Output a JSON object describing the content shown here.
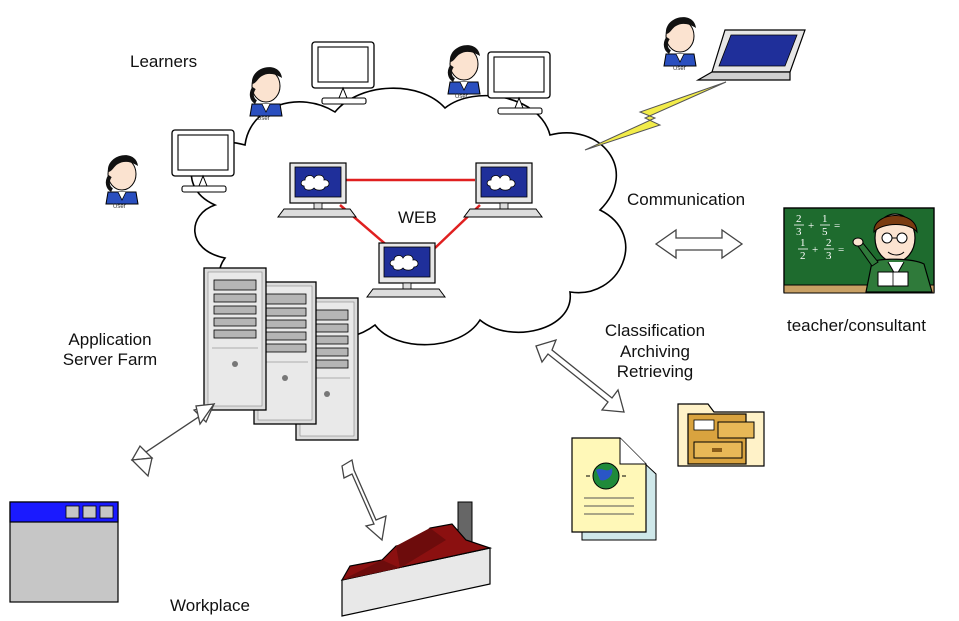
{
  "labels": {
    "learners": "Learners",
    "web": "WEB",
    "communication": "Communication",
    "teacher": "teacher/consultant",
    "app_server_line1": "Application",
    "app_server_line2": "Server Farm",
    "classification": "Classification",
    "archiving": "Archiving",
    "retrieving": "Retrieving",
    "workplace": "Workplace",
    "user_tag": "User"
  },
  "blackboard": {
    "row1": [
      "2",
      "3",
      "+",
      "1",
      "5",
      "="
    ],
    "row2": [
      "1",
      "2",
      "+",
      "2",
      "3",
      "="
    ]
  },
  "colors": {
    "web_link": "#e02020",
    "lightning": "#f2ec4a",
    "screen_blue": "#1f2f9a",
    "window_titlebar": "#1a1aff",
    "factory_roof": "#8b1010",
    "blackboard": "#1e6b2e",
    "folder": "#d9a33f",
    "document": "#fff8b8"
  }
}
